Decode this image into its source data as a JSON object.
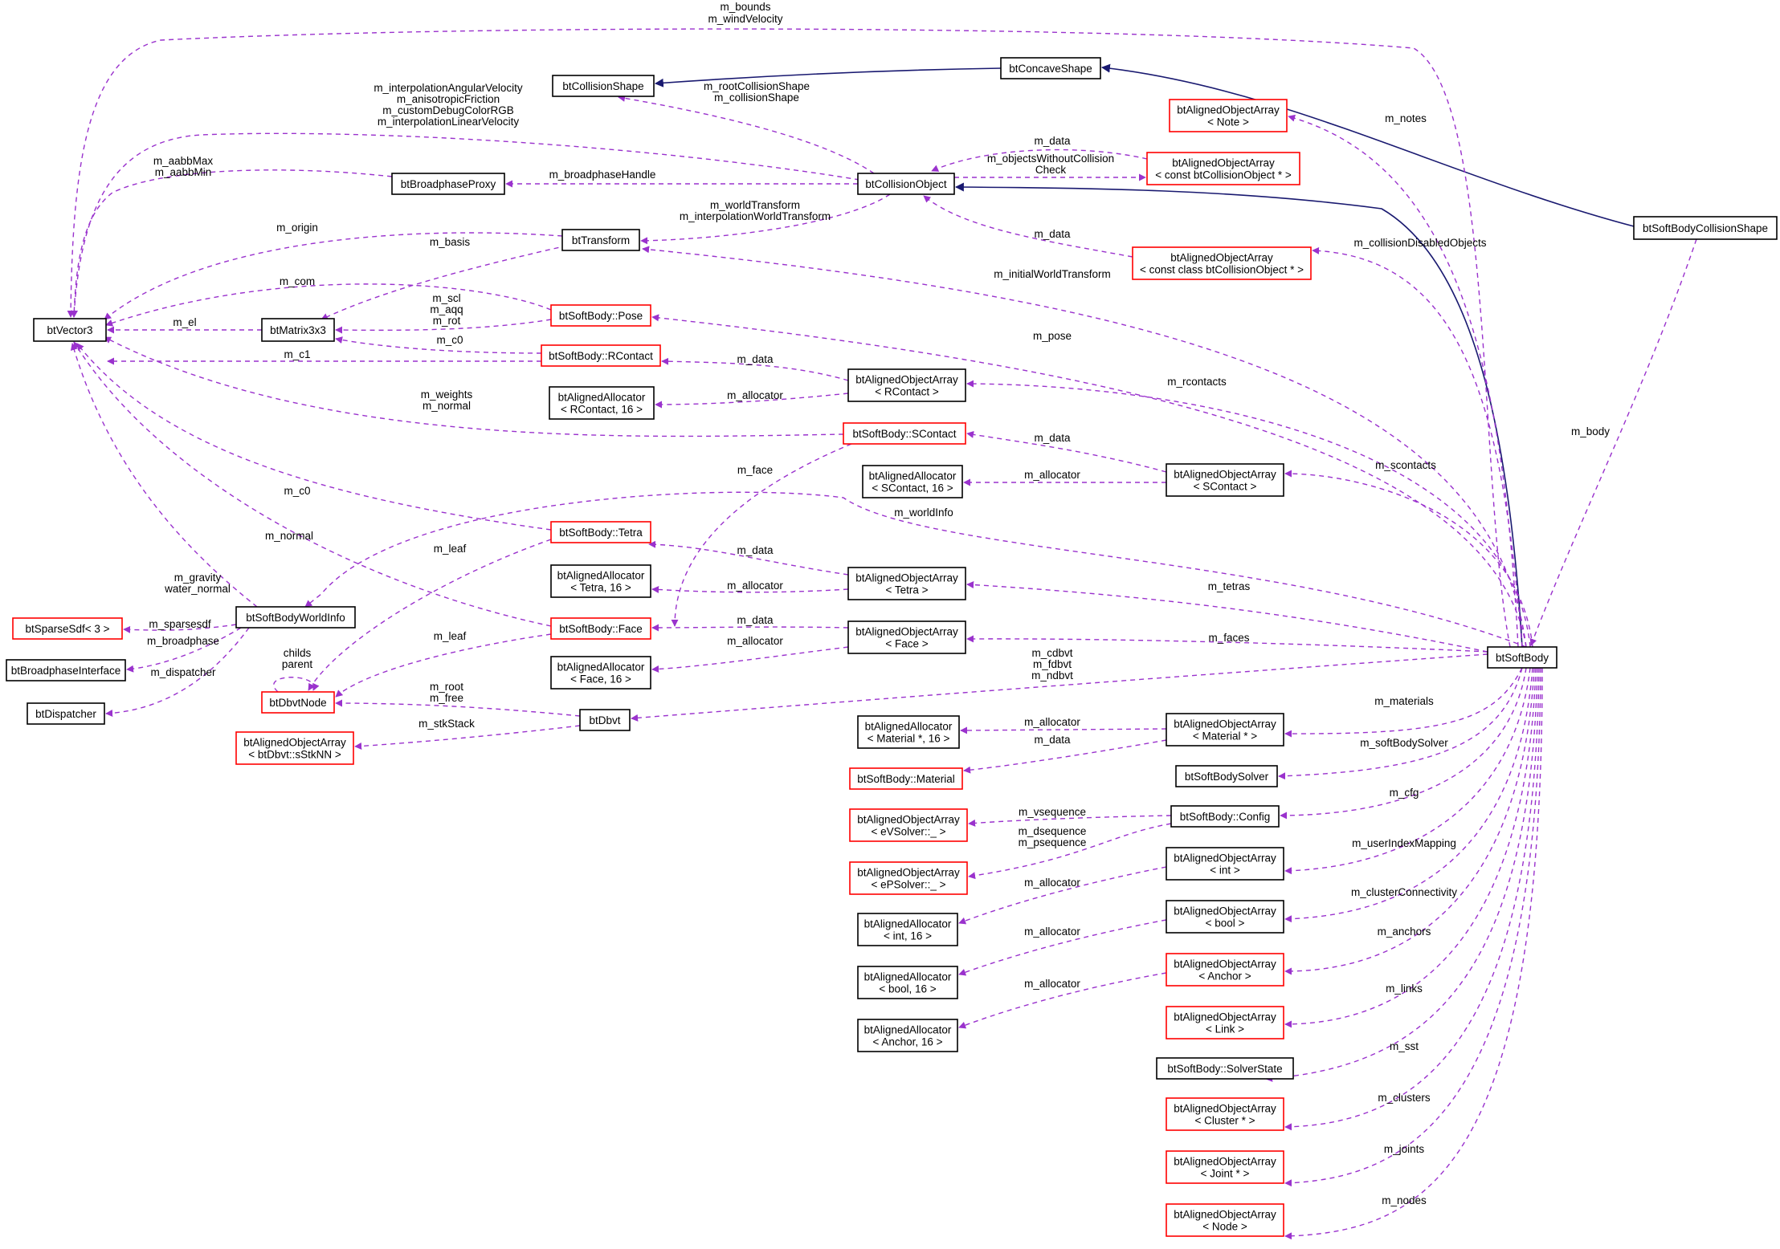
{
  "colors": {
    "usage_edge": "#9a32cd",
    "inheritance_edge": "#191970",
    "node_border_black": "#000000",
    "node_border_red": "#ff0000",
    "focus_fill": "#bfbfbf"
  },
  "nodes": [
    {
      "id": "btVector3",
      "lines": [
        "btVector3"
      ],
      "border": "black"
    },
    {
      "id": "btCollisionShape",
      "lines": [
        "btCollisionShape"
      ],
      "border": "black"
    },
    {
      "id": "btConcaveShape",
      "lines": [
        "btConcaveShape"
      ],
      "border": "black"
    },
    {
      "id": "btSoftBodyCollisionShape",
      "lines": [
        "btSoftBodyCollisionShape"
      ],
      "border": "black",
      "focus": true
    },
    {
      "id": "btBroadphaseProxy",
      "lines": [
        "btBroadphaseProxy"
      ],
      "border": "black"
    },
    {
      "id": "btCollisionObject",
      "lines": [
        "btCollisionObject"
      ],
      "border": "black"
    },
    {
      "id": "aoaNote",
      "lines": [
        "btAlignedObjectArray",
        "< Note >"
      ],
      "border": "red"
    },
    {
      "id": "aoaConstCO",
      "lines": [
        "btAlignedObjectArray",
        "< const btCollisionObject * >"
      ],
      "border": "red"
    },
    {
      "id": "aoaConstClassCO",
      "lines": [
        "btAlignedObjectArray",
        "< const class btCollisionObject * >"
      ],
      "border": "red"
    },
    {
      "id": "btTransform",
      "lines": [
        "btTransform"
      ],
      "border": "black"
    },
    {
      "id": "btMatrix3x3",
      "lines": [
        "btMatrix3x3"
      ],
      "border": "black"
    },
    {
      "id": "sbPose",
      "lines": [
        "btSoftBody::Pose"
      ],
      "border": "red"
    },
    {
      "id": "sbRContact",
      "lines": [
        "btSoftBody::RContact"
      ],
      "border": "red"
    },
    {
      "id": "aaRContact",
      "lines": [
        "btAlignedAllocator",
        "< RContact, 16 >"
      ],
      "border": "black"
    },
    {
      "id": "aoaRContact",
      "lines": [
        "btAlignedObjectArray",
        "< RContact >"
      ],
      "border": "black"
    },
    {
      "id": "sbSContact",
      "lines": [
        "btSoftBody::SContact"
      ],
      "border": "red"
    },
    {
      "id": "aaSContact",
      "lines": [
        "btAlignedAllocator",
        "< SContact, 16 >"
      ],
      "border": "black"
    },
    {
      "id": "aoaSContact",
      "lines": [
        "btAlignedObjectArray",
        "< SContact >"
      ],
      "border": "black"
    },
    {
      "id": "sbTetra",
      "lines": [
        "btSoftBody::Tetra"
      ],
      "border": "red"
    },
    {
      "id": "aaTetra",
      "lines": [
        "btAlignedAllocator",
        "< Tetra, 16 >"
      ],
      "border": "black"
    },
    {
      "id": "aoaTetra",
      "lines": [
        "btAlignedObjectArray",
        "< Tetra >"
      ],
      "border": "black"
    },
    {
      "id": "btSoftBodyWorldInfo",
      "lines": [
        "btSoftBodyWorldInfo"
      ],
      "border": "black"
    },
    {
      "id": "btSparseSdf",
      "lines": [
        "btSparseSdf< 3 >"
      ],
      "border": "red"
    },
    {
      "id": "btBroadphaseInterface",
      "lines": [
        "btBroadphaseInterface"
      ],
      "border": "black"
    },
    {
      "id": "btDispatcher",
      "lines": [
        "btDispatcher"
      ],
      "border": "black"
    },
    {
      "id": "sbFace",
      "lines": [
        "btSoftBody::Face"
      ],
      "border": "red"
    },
    {
      "id": "aaFace",
      "lines": [
        "btAlignedAllocator",
        "< Face, 16 >"
      ],
      "border": "black"
    },
    {
      "id": "aoaFace",
      "lines": [
        "btAlignedObjectArray",
        "< Face >"
      ],
      "border": "black"
    },
    {
      "id": "btDbvtNode",
      "lines": [
        "btDbvtNode"
      ],
      "border": "red"
    },
    {
      "id": "btDbvt",
      "lines": [
        "btDbvt"
      ],
      "border": "black"
    },
    {
      "id": "aoaSStkNN",
      "lines": [
        "btAlignedObjectArray",
        "< btDbvt::sStkNN >"
      ],
      "border": "red"
    },
    {
      "id": "btSoftBody",
      "lines": [
        "btSoftBody"
      ],
      "border": "black"
    },
    {
      "id": "aaMaterial",
      "lines": [
        "btAlignedAllocator",
        "< Material *, 16 >"
      ],
      "border": "black"
    },
    {
      "id": "aoaMaterial",
      "lines": [
        "btAlignedObjectArray",
        "< Material * >"
      ],
      "border": "black"
    },
    {
      "id": "sbMaterial",
      "lines": [
        "btSoftBody::Material"
      ],
      "border": "red"
    },
    {
      "id": "btSoftBodySolver",
      "lines": [
        "btSoftBodySolver"
      ],
      "border": "black"
    },
    {
      "id": "aoaEVSolver",
      "lines": [
        "btAlignedObjectArray",
        "< eVSolver::_ >"
      ],
      "border": "red"
    },
    {
      "id": "sbConfig",
      "lines": [
        "btSoftBody::Config"
      ],
      "border": "black"
    },
    {
      "id": "aoaEPSolver",
      "lines": [
        "btAlignedObjectArray",
        "< ePSolver::_ >"
      ],
      "border": "red"
    },
    {
      "id": "aoaInt",
      "lines": [
        "btAlignedObjectArray",
        "< int >"
      ],
      "border": "black"
    },
    {
      "id": "aaInt",
      "lines": [
        "btAlignedAllocator",
        "< int, 16 >"
      ],
      "border": "black"
    },
    {
      "id": "aoaBool",
      "lines": [
        "btAlignedObjectArray",
        "< bool >"
      ],
      "border": "black"
    },
    {
      "id": "aaBool",
      "lines": [
        "btAlignedAllocator",
        "< bool, 16 >"
      ],
      "border": "black"
    },
    {
      "id": "aoaAnchor",
      "lines": [
        "btAlignedObjectArray",
        "< Anchor >"
      ],
      "border": "red"
    },
    {
      "id": "aaAnchor",
      "lines": [
        "btAlignedAllocator",
        "< Anchor, 16 >"
      ],
      "border": "black"
    },
    {
      "id": "aoaLink",
      "lines": [
        "btAlignedObjectArray",
        "< Link >"
      ],
      "border": "red"
    },
    {
      "id": "sbSolverState",
      "lines": [
        "btSoftBody::SolverState"
      ],
      "border": "black"
    },
    {
      "id": "aoaCluster",
      "lines": [
        "btAlignedObjectArray",
        "< Cluster * >"
      ],
      "border": "red"
    },
    {
      "id": "aoaJoint",
      "lines": [
        "btAlignedObjectArray",
        "< Joint * >"
      ],
      "border": "red"
    },
    {
      "id": "aoaNode",
      "lines": [
        "btAlignedObjectArray",
        "< Node >"
      ],
      "border": "red"
    }
  ],
  "edges": [
    {
      "id": "e-cs-concave",
      "from": "btConcaveShape",
      "to": "btCollisionShape",
      "style": "solid",
      "labels": []
    },
    {
      "id": "e-concave-sbcs",
      "from": "btSoftBodyCollisionShape",
      "to": "btConcaveShape",
      "style": "solid",
      "labels": []
    },
    {
      "id": "e-co-sb",
      "from": "btSoftBody",
      "to": "btCollisionObject",
      "style": "solid",
      "labels": []
    },
    {
      "id": "e-body",
      "from": "btSoftBodyCollisionShape",
      "to": "btSoftBody",
      "style": "dashed",
      "labels": [
        "m_body"
      ]
    },
    {
      "id": "e-bounds",
      "from": "btSoftBody",
      "to": "btVector3",
      "style": "dashed",
      "labels": [
        "m_bounds",
        "m_windVelocity"
      ]
    },
    {
      "id": "e-co-vec",
      "from": "btCollisionObject",
      "to": "btVector3",
      "style": "dashed",
      "labels": [
        "m_interpolationAngularVelocity",
        "m_anisotropicFriction",
        "m_customDebugColorRGB",
        "m_interpolationLinearVelocity"
      ]
    },
    {
      "id": "e-rootshape",
      "from": "btCollisionObject",
      "to": "btCollisionShape",
      "style": "dashed",
      "labels": [
        "m_rootCollisionShape",
        "m_collisionShape"
      ]
    },
    {
      "id": "e-aabb",
      "from": "btBroadphaseProxy",
      "to": "btVector3",
      "style": "dashed",
      "labels": [
        "m_aabbMax",
        "m_aabbMin"
      ]
    },
    {
      "id": "e-bphandle",
      "from": "btCollisionObject",
      "to": "btBroadphaseProxy",
      "style": "dashed",
      "labels": [
        "m_broadphaseHandle"
      ]
    },
    {
      "id": "e-notes",
      "from": "btSoftBody",
      "to": "aoaNote",
      "style": "dashed",
      "labels": [
        "m_notes"
      ]
    },
    {
      "id": "e-constco-data",
      "from": "aoaConstCO",
      "to": "btCollisionObject",
      "style": "dashed",
      "labels": [
        "m_data"
      ]
    },
    {
      "id": "e-objwithout",
      "from": "btCollisionObject",
      "to": "aoaConstCO",
      "style": "dashed",
      "labels": [
        "m_objectsWithoutCollision",
        "Check"
      ]
    },
    {
      "id": "e-worldtrans",
      "from": "btCollisionObject",
      "to": "btTransform",
      "style": "dashed",
      "labels": [
        "m_worldTransform",
        "m_interpolationWorldTransform"
      ]
    },
    {
      "id": "e-constclass-data",
      "from": "aoaConstClassCO",
      "to": "btCollisionObject",
      "style": "dashed",
      "labels": [
        "m_data"
      ]
    },
    {
      "id": "e-colldisabled",
      "from": "btSoftBody",
      "to": "aoaConstClassCO",
      "style": "dashed",
      "labels": [
        "m_collisionDisabledObjects"
      ]
    },
    {
      "id": "e-origin",
      "from": "btTransform",
      "to": "btVector3",
      "style": "dashed",
      "labels": [
        "m_origin"
      ]
    },
    {
      "id": "e-basis",
      "from": "btTransform",
      "to": "btMatrix3x3",
      "style": "dashed",
      "labels": [
        "m_basis"
      ]
    },
    {
      "id": "e-initworld",
      "from": "btSoftBody",
      "to": "btTransform",
      "style": "dashed",
      "labels": [
        "m_initialWorldTransform"
      ]
    },
    {
      "id": "e-com",
      "from": "sbPose",
      "to": "btVector3",
      "style": "dashed",
      "labels": [
        "m_com"
      ]
    },
    {
      "id": "e-el",
      "from": "btMatrix3x3",
      "to": "btVector3",
      "style": "dashed",
      "labels": [
        "m_el"
      ]
    },
    {
      "id": "e-scl",
      "from": "sbPose",
      "to": "btMatrix3x3",
      "style": "dashed",
      "labels": [
        "m_scl",
        "m_aqq",
        "m_rot"
      ]
    },
    {
      "id": "e-rc-c0",
      "from": "sbRContact",
      "to": "btMatrix3x3",
      "style": "dashed",
      "labels": [
        "m_c0"
      ]
    },
    {
      "id": "e-rc-c1",
      "from": "sbRContact",
      "to": "btVector3",
      "style": "dashed",
      "labels": [
        "m_c1"
      ]
    },
    {
      "id": "e-pose",
      "from": "btSoftBody",
      "to": "sbPose",
      "style": "dashed",
      "labels": [
        "m_pose"
      ]
    },
    {
      "id": "e-aoarc-data",
      "from": "aoaRContact",
      "to": "sbRContact",
      "style": "dashed",
      "labels": [
        "m_data"
      ]
    },
    {
      "id": "e-aoarc-alloc",
      "from": "aoaRContact",
      "to": "aaRContact",
      "style": "dashed",
      "labels": [
        "m_allocator"
      ]
    },
    {
      "id": "e-rcontacts",
      "from": "btSoftBody",
      "to": "aoaRContact",
      "style": "dashed",
      "labels": [
        "m_rcontacts"
      ]
    },
    {
      "id": "e-weights",
      "from": "sbSContact",
      "to": "btVector3",
      "style": "dashed",
      "labels": [
        "m_weights",
        "m_normal"
      ]
    },
    {
      "id": "e-aoasc-data",
      "from": "aoaSContact",
      "to": "sbSContact",
      "style": "dashed",
      "labels": [
        "m_data"
      ]
    },
    {
      "id": "e-aoasc-alloc",
      "from": "aoaSContact",
      "to": "aaSContact",
      "style": "dashed",
      "labels": [
        "m_allocator"
      ]
    },
    {
      "id": "e-scontacts",
      "from": "btSoftBody",
      "to": "aoaSContact",
      "style": "dashed",
      "labels": [
        "m_scontacts"
      ]
    },
    {
      "id": "e-face",
      "from": "sbSContact",
      "to": "sbFace",
      "style": "dashed",
      "labels": [
        "m_face"
      ]
    },
    {
      "id": "e-tetra-c0",
      "from": "sbTetra",
      "to": "btVector3",
      "style": "dashed",
      "labels": [
        "m_c0"
      ]
    },
    {
      "id": "e-worldinfo",
      "from": "btSoftBody",
      "to": "btSoftBodyWorldInfo",
      "style": "dashed",
      "labels": [
        "m_worldInfo"
      ]
    },
    {
      "id": "e-face-normal",
      "from": "sbFace",
      "to": "btVector3",
      "style": "dashed",
      "labels": [
        "m_normal"
      ]
    },
    {
      "id": "e-tetra-leaf",
      "from": "sbTetra",
      "to": "btDbvtNode",
      "style": "dashed",
      "labels": [
        "m_leaf"
      ]
    },
    {
      "id": "e-aoatetra-data",
      "from": "aoaTetra",
      "to": "sbTetra",
      "style": "dashed",
      "labels": [
        "m_data"
      ]
    },
    {
      "id": "e-aoatetra-alloc",
      "from": "aoaTetra",
      "to": "aaTetra",
      "style": "dashed",
      "labels": [
        "m_allocator"
      ]
    },
    {
      "id": "e-tetras",
      "from": "btSoftBody",
      "to": "aoaTetra",
      "style": "dashed",
      "labels": [
        "m_tetras"
      ]
    },
    {
      "id": "e-gravity",
      "from": "btSoftBodyWorldInfo",
      "to": "btVector3",
      "style": "dashed",
      "labels": [
        "m_gravity",
        "water_normal"
      ]
    },
    {
      "id": "e-sparsesdf",
      "from": "btSoftBodyWorldInfo",
      "to": "btSparseSdf",
      "style": "dashed",
      "labels": [
        "m_sparsesdf"
      ]
    },
    {
      "id": "e-broadphase",
      "from": "btSoftBodyWorldInfo",
      "to": "btBroadphaseInterface",
      "style": "dashed",
      "labels": [
        "m_broadphase"
      ]
    },
    {
      "id": "e-dispatcher",
      "from": "btSoftBodyWorldInfo",
      "to": "btDispatcher",
      "style": "dashed",
      "labels": [
        "m_dispatcher"
      ]
    },
    {
      "id": "e-face-leaf",
      "from": "sbFace",
      "to": "btDbvtNode",
      "style": "dashed",
      "labels": [
        "m_leaf"
      ]
    },
    {
      "id": "e-aoaface-data",
      "from": "aoaFace",
      "to": "sbFace",
      "style": "dashed",
      "labels": [
        "m_data"
      ]
    },
    {
      "id": "e-aoaface-alloc",
      "from": "aoaFace",
      "to": "aaFace",
      "style": "dashed",
      "labels": [
        "m_allocator"
      ]
    },
    {
      "id": "e-faces",
      "from": "btSoftBody",
      "to": "aoaFace",
      "style": "dashed",
      "labels": [
        "m_faces"
      ]
    },
    {
      "id": "e-childs",
      "from": "btDbvtNode",
      "to": "btDbvtNode",
      "style": "dashed",
      "labels": [
        "childs",
        "parent"
      ]
    },
    {
      "id": "e-root",
      "from": "btDbvt",
      "to": "btDbvtNode",
      "style": "dashed",
      "labels": [
        "m_root",
        "m_free"
      ]
    },
    {
      "id": "e-stk",
      "from": "btDbvt",
      "to": "aoaSStkNN",
      "style": "dashed",
      "labels": [
        "m_stkStack"
      ]
    },
    {
      "id": "e-cdbvt",
      "from": "btSoftBody",
      "to": "btDbvt",
      "style": "dashed",
      "labels": [
        "m_cdbvt",
        "m_fdbvt",
        "m_ndbvt"
      ]
    },
    {
      "id": "e-aoamat-alloc",
      "from": "aoaMaterial",
      "to": "aaMaterial",
      "style": "dashed",
      "labels": [
        "m_allocator"
      ]
    },
    {
      "id": "e-aoamat-data",
      "from": "aoaMaterial",
      "to": "sbMaterial",
      "style": "dashed",
      "labels": [
        "m_data"
      ]
    },
    {
      "id": "e-materials",
      "from": "btSoftBody",
      "to": "aoaMaterial",
      "style": "dashed",
      "labels": [
        "m_materials"
      ]
    },
    {
      "id": "e-sbsolver",
      "from": "btSoftBody",
      "to": "btSoftBodySolver",
      "style": "dashed",
      "labels": [
        "m_softBodySolver"
      ]
    },
    {
      "id": "e-vseq",
      "from": "sbConfig",
      "to": "aoaEVSolver",
      "style": "dashed",
      "labels": [
        "m_vsequence"
      ]
    },
    {
      "id": "e-dseq",
      "from": "sbConfig",
      "to": "aoaEPSolver",
      "style": "dashed",
      "labels": [
        "m_dsequence",
        "m_psequence"
      ]
    },
    {
      "id": "e-cfg",
      "from": "btSoftBody",
      "to": "sbConfig",
      "style": "dashed",
      "labels": [
        "m_cfg"
      ]
    },
    {
      "id": "e-aoaint-alloc",
      "from": "aoaInt",
      "to": "aaInt",
      "style": "dashed",
      "labels": [
        "m_allocator"
      ]
    },
    {
      "id": "e-userindex",
      "from": "btSoftBody",
      "to": "aoaInt",
      "style": "dashed",
      "labels": [
        "m_userIndexMapping"
      ]
    },
    {
      "id": "e-aoabool-alloc",
      "from": "aoaBool",
      "to": "aaBool",
      "style": "dashed",
      "labels": [
        "m_allocator"
      ]
    },
    {
      "id": "e-clusterconn",
      "from": "btSoftBody",
      "to": "aoaBool",
      "style": "dashed",
      "labels": [
        "m_clusterConnectivity"
      ]
    },
    {
      "id": "e-aoaanchor-alloc",
      "from": "aoaAnchor",
      "to": "aaAnchor",
      "style": "dashed",
      "labels": [
        "m_allocator"
      ]
    },
    {
      "id": "e-anchors",
      "from": "btSoftBody",
      "to": "aoaAnchor",
      "style": "dashed",
      "labels": [
        "m_anchors"
      ]
    },
    {
      "id": "e-links",
      "from": "btSoftBody",
      "to": "aoaLink",
      "style": "dashed",
      "labels": [
        "m_links"
      ]
    },
    {
      "id": "e-sst",
      "from": "btSoftBody",
      "to": "sbSolverState",
      "style": "dashed",
      "labels": [
        "m_sst"
      ]
    },
    {
      "id": "e-clusters",
      "from": "btSoftBody",
      "to": "aoaCluster",
      "style": "dashed",
      "labels": [
        "m_clusters"
      ]
    },
    {
      "id": "e-joints",
      "from": "btSoftBody",
      "to": "aoaJoint",
      "style": "dashed",
      "labels": [
        "m_joints"
      ]
    },
    {
      "id": "e-nodes",
      "from": "btSoftBody",
      "to": "aoaNode",
      "style": "dashed",
      "labels": [
        "m_nodes"
      ]
    }
  ]
}
